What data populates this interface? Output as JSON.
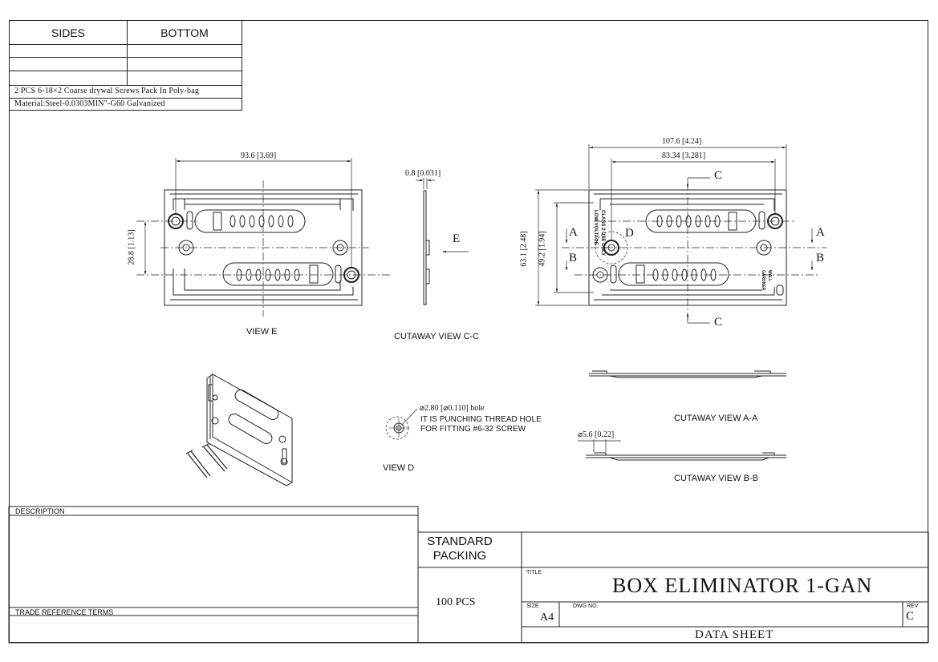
{
  "table": {
    "col_sides": "SIDES",
    "col_bottom": "BOTTOM",
    "note_screws": "2 PCS 6-18×2 Coarse drywal Screws Pack In Poly-bag",
    "note_material": "Material:Steel-0.0303MIN\"-G60 Galvanized"
  },
  "views": {
    "view_e": "VIEW E",
    "cutaway_cc": "CUTAWAY VIEW C-C",
    "view_d": "VIEW D",
    "cutaway_aa": "CUTAWAY VIEW A-A",
    "cutaway_bb": "CUTAWAY VIEW B-B"
  },
  "dimensions": {
    "view_e_width": "93.6 [3.69]",
    "view_e_height": "28.8 [1.13]",
    "cc_thickness": "0.8 [0.031]",
    "right_width_total": "107.6 [4.24]",
    "right_width_inner": "83.34 [3.281]",
    "right_height_total": "63.1 [2.48]",
    "right_height_inner": "49.2 [1.94]",
    "hole_dia": "⌀2.80 [⌀0.110] hole",
    "bb_dia": "⌀5.6 [0.22]"
  },
  "letters": {
    "e": "E",
    "c_top": "C",
    "c_bottom": "C",
    "a_left": "A",
    "a_right": "A",
    "b_left": "B",
    "b_right": "B",
    "d": "D"
  },
  "plate_text": {
    "low_voltage": "LOW VOLTAGE",
    "class2": "CLASS 2 USE ONLY",
    "gardner": "GARDNER",
    "wall": "WALL"
  },
  "view_d_note": {
    "line1": "IT IS PUNCHING THREAD HOLE",
    "line2": "FOR FITTING #6-32 SCREW"
  },
  "titleblock": {
    "description": "DESCRIPTION",
    "trade_reference_terms": "TRADE REFERENCE TERMS",
    "standard_packing": "STANDARD PACKING",
    "pieces": "100 PCS",
    "title_label": "TITLE",
    "title": "BOX ELIMINATOR 1-GAN",
    "size_label": "SIZE",
    "size": "A4",
    "dwg_label": "DWG NO.",
    "rev_label": "REV",
    "rev": "C",
    "data_sheet": "DATA SHEET"
  }
}
